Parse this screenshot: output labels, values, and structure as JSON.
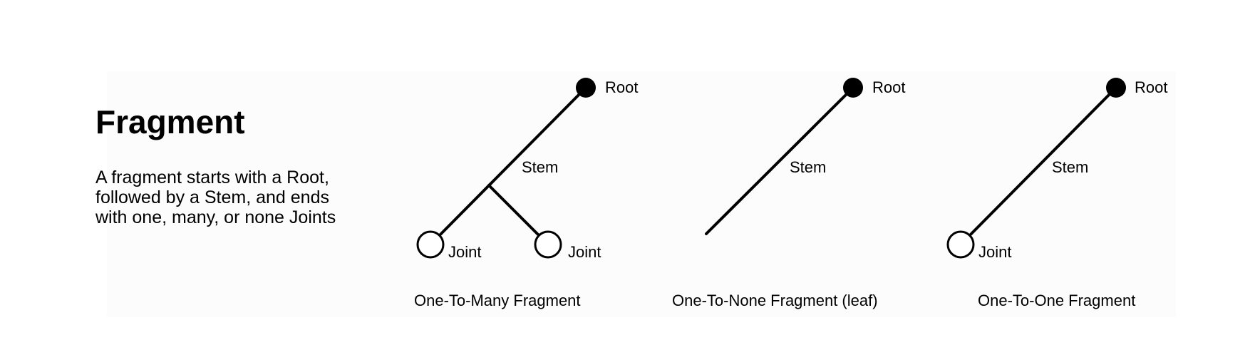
{
  "title": "Fragment",
  "description": "A fragment starts with a Root, followed by a Stem, and ends with one, many, or none Joints",
  "diagrams": [
    {
      "root_label": "Root",
      "stem_label": "Stem",
      "joint_labels": [
        "Joint",
        "Joint"
      ],
      "caption": "One-To-Many Fragment"
    },
    {
      "root_label": "Root",
      "stem_label": "Stem",
      "joint_labels": [],
      "caption": "One-To-None Fragment (leaf)"
    },
    {
      "root_label": "Root",
      "stem_label": "Stem",
      "joint_labels": [
        "Joint"
      ],
      "caption": "One-To-One Fragment"
    }
  ]
}
